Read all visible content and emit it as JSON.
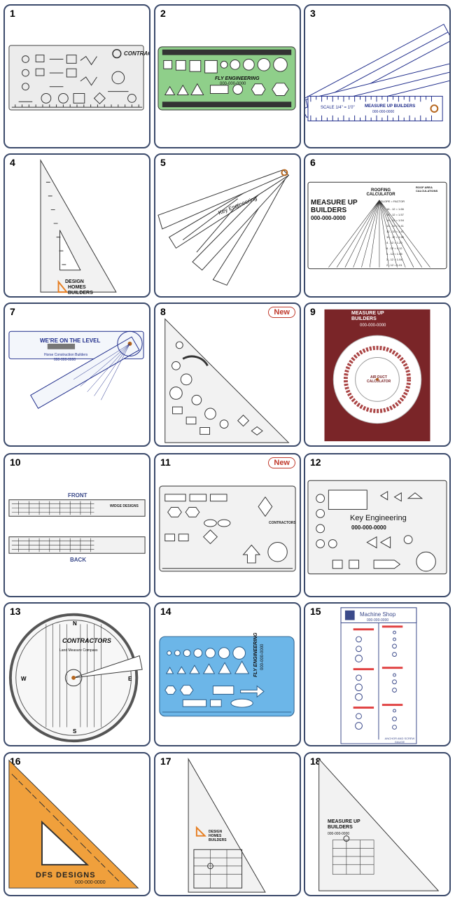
{
  "cards": [
    {
      "number": "1",
      "brand": "CONTRACTORS"
    },
    {
      "number": "2",
      "brand": "FLY ENGINEERING",
      "phone": "000-000-0000"
    },
    {
      "number": "3",
      "brand": "MEASURE UP BUILDERS",
      "phone": "000-000-0000",
      "scale": "SCALE 1/4\" = 1'0\""
    },
    {
      "number": "4",
      "brand_lines": [
        "DESIGN",
        "HOMES",
        "BUILDERS"
      ]
    },
    {
      "number": "5",
      "brand": "Key Engineering"
    },
    {
      "number": "6",
      "brand": "MEASURE UP BUILDERS",
      "phone": "000-000-0000",
      "title": "ROOFING CALCULATOR",
      "area_title": "ROOF AREA CALCULATIONS",
      "factor_label": "SLOPE = FACTOR",
      "factors": [
        "16 - 12 = 1.66",
        "15 - 12 = 1.57",
        "14 - 12 = 1.54",
        "13 - 12 = 1.41",
        "12 - 12 = 1.41",
        "10 - 12 = 1.30",
        "8 - 12 = 1.20",
        "6 - 12 = 1.12",
        "4 - 12 = 1.05",
        "3 - 12 = 1.04",
        "2 - 12 = 1.01"
      ]
    },
    {
      "number": "7",
      "title": "WE'RE ON THE LEVEL",
      "brand": "Horse Construction Builders",
      "phone": "000-000-0000"
    },
    {
      "number": "8",
      "badge": "New"
    },
    {
      "number": "9",
      "brand": "MEASURE UP BUILDERS",
      "phone": "000-000-0000",
      "dial": "AIR DUCT CALCULATOR"
    },
    {
      "number": "10",
      "front": "FRONT",
      "back": "BACK",
      "brand": "WIDGE DESIGNS"
    },
    {
      "number": "11",
      "badge": "New",
      "brand": "CONTRACTORS"
    },
    {
      "number": "12",
      "brand": "Key Engineering",
      "phone": "000-000-0000"
    },
    {
      "number": "13",
      "brand": "CONTRACTORS",
      "subtitle": "Land Measure Compass",
      "dirs": [
        "N",
        "E",
        "S",
        "W"
      ]
    },
    {
      "number": "14",
      "brand": "FLY ENGINEERING",
      "phone": "000-000-0000"
    },
    {
      "number": "15",
      "brand": "Machine Shop",
      "phone": "000-000-0000",
      "footer": "ANCHOR AND SCREW GAUGE"
    },
    {
      "number": "16",
      "brand": "DFS DESIGNS",
      "phone": "000-000-0000"
    },
    {
      "number": "17",
      "brand_lines": [
        "DESIGN",
        "HOMES",
        "BUILDERS"
      ]
    },
    {
      "number": "18",
      "brand": "MEASURE UP BUILDERS",
      "phone": "000-000-0000"
    }
  ],
  "colors": {
    "frame": "#3b4a6b",
    "green": "#8fcf8a",
    "blue": "#6cb6e8",
    "orange": "#f0a03c",
    "maroon": "#7a2528",
    "navy": "#1d2b8a",
    "new": "#c0392b"
  }
}
